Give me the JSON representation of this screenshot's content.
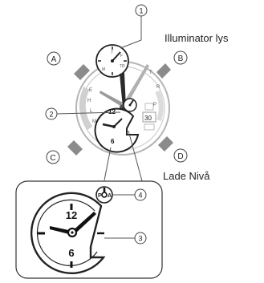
{
  "labels": {
    "illuminator": "Illuminator lys",
    "charge": "Lade Nivå"
  },
  "buttons": {
    "a": "A",
    "b": "B",
    "c": "C",
    "d": "D"
  },
  "callouts": {
    "one": "1",
    "two": "2",
    "three": "3",
    "four": "4"
  },
  "dial": {
    "twelve": "12",
    "six": "6",
    "thirty": "30"
  },
  "pa_indicator": {
    "p": "P",
    "a": "A"
  },
  "subdial_letters": {
    "top": "T",
    "right": "F",
    "tr": "TR",
    "m": "M"
  },
  "bezel_letters": {
    "e": "E",
    "h": "H",
    "l": "L",
    "m": "M",
    "r": "R",
    "p": "P",
    "t": "T"
  }
}
